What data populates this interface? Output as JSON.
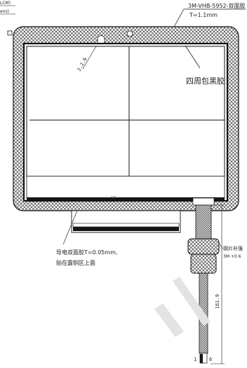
{
  "header": {
    "corner_label_1": "LCM)",
    "corner_label_2": "ens)"
  },
  "callouts": {
    "tape_title": "3M-VHB-5952-双面胶",
    "tape_thickness": "T=1.1mm",
    "wrap_note": "四周包黑胶",
    "corner_radius": "2.2.6",
    "conductive_tape_line1": "导电双面胶T=0.05mm,",
    "conductive_tape_line2": "贴在露铜区上面",
    "copper_stiffener_line1": "钢片补强",
    "copper_stiffener_line2": "3M +0.6",
    "cable_length": "161.9",
    "pin_start": "1",
    "pin_end": "6"
  },
  "colors": {
    "line": "#111111",
    "hatch": "#444444",
    "panel_bg": "#ffffff",
    "black_band": "#151515",
    "watermark": "#d9d9d9"
  }
}
